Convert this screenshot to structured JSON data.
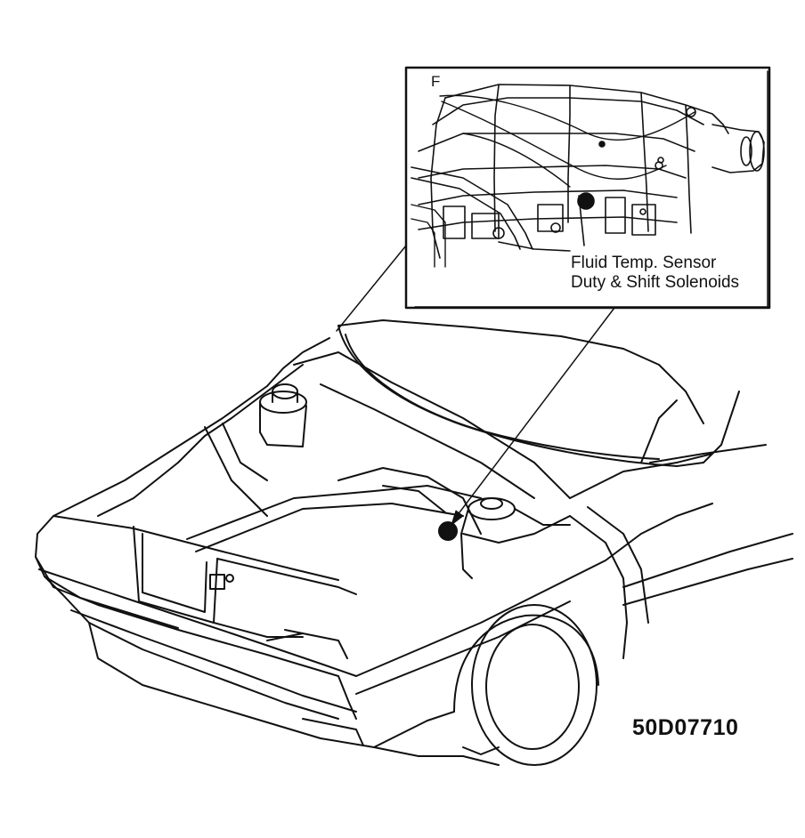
{
  "labels": {
    "inset_letter": "F",
    "fluid_temp_sensor": "Fluid Temp. Sensor",
    "duty_shift_solenoids": "Duty & Shift Solenoids",
    "figure_code": "50D07710"
  },
  "colors": {
    "line": "#111111",
    "background": "#ffffff"
  }
}
